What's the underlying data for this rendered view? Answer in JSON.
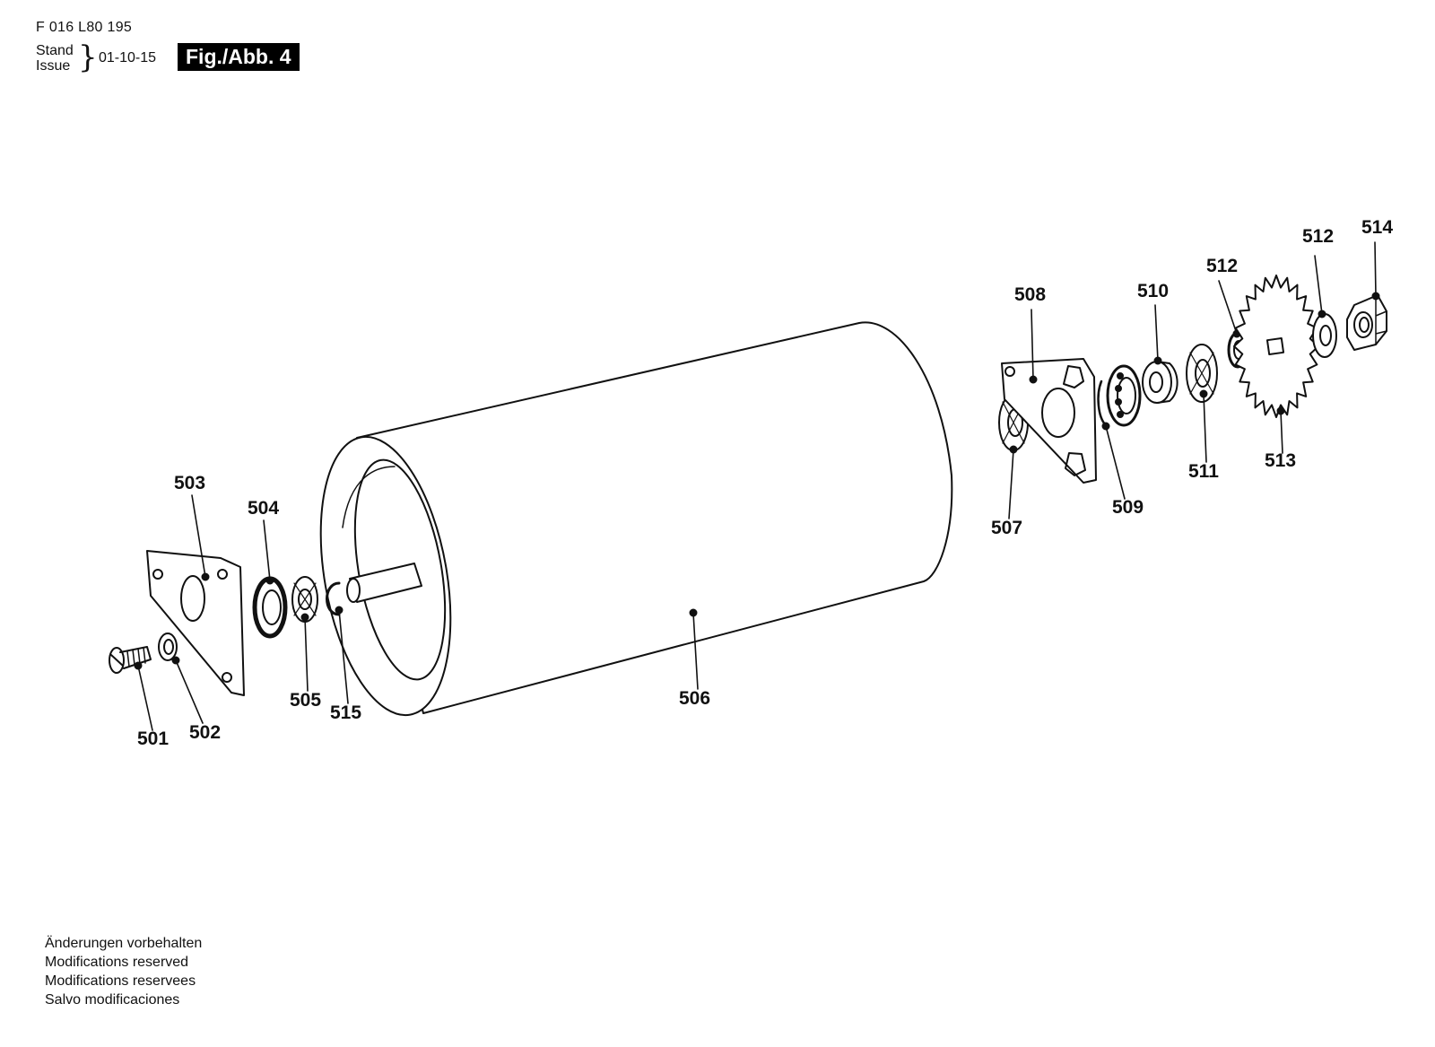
{
  "header": {
    "document_code": "F 016 L80 195",
    "stand_label": "Stand",
    "issue_label": "Issue",
    "brace": "}",
    "date": "01-10-15",
    "figure_label": "Fig./Abb. 4"
  },
  "parts": [
    {
      "number": "501",
      "part": "screw"
    },
    {
      "number": "502",
      "part": "washer"
    },
    {
      "number": "503",
      "part": "bearing-plate"
    },
    {
      "number": "504",
      "part": "ball-bearing"
    },
    {
      "number": "505",
      "part": "seal-disc"
    },
    {
      "number": "515",
      "part": "circlip"
    },
    {
      "number": "506",
      "part": "roller"
    },
    {
      "number": "507",
      "part": "seal-disc"
    },
    {
      "number": "508",
      "part": "bearing-plate"
    },
    {
      "number": "509",
      "part": "ball-bearing"
    },
    {
      "number": "510",
      "part": "spacer"
    },
    {
      "number": "511",
      "part": "seal-disc"
    },
    {
      "number": "512",
      "part": "washer"
    },
    {
      "number": "513",
      "part": "sprocket"
    },
    {
      "number": "512",
      "part": "washer"
    },
    {
      "number": "514",
      "part": "hex-nut"
    }
  ],
  "footer": {
    "lines": [
      "Änderungen vorbehalten",
      "Modifications reserved",
      "Modifications reservees",
      "Salvo modificaciones"
    ]
  }
}
